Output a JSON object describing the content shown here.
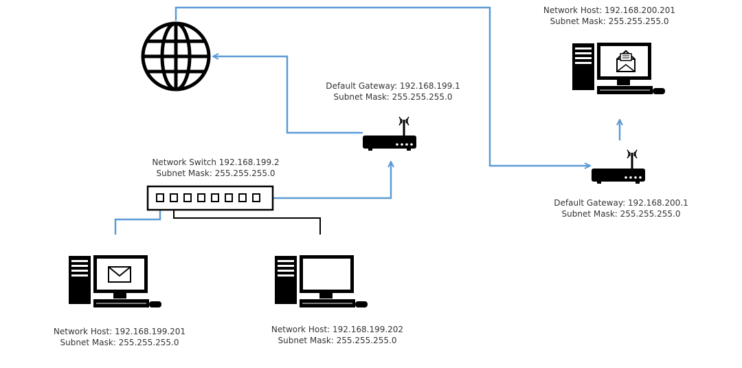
{
  "colors": {
    "link": "#5b9bd5",
    "wire": "#000000",
    "text": "#333333",
    "background": "#ffffff"
  },
  "nodes": {
    "internet": {
      "icon": "globe-icon"
    },
    "router_main": {
      "icon": "router-icon",
      "line1": "Default Gateway: 192.168.199.1",
      "line2": "Subnet Mask: 255.255.255.0"
    },
    "router_remote": {
      "icon": "router-icon",
      "line1": "Default Gateway: 192.168.200.1",
      "line2": "Subnet Mask: 255.255.255.0"
    },
    "switch": {
      "icon": "network-switch-icon",
      "line1": "Network Switch 192.168.199.2",
      "line2": "Subnet Mask: 255.255.255.0"
    },
    "host_201": {
      "icon": "computer-mail-icon",
      "line1": "Network Host: 192.168.199.201",
      "line2": "Subnet Mask: 255.255.255.0"
    },
    "host_202": {
      "icon": "computer-icon",
      "line1": "Network Host: 192.168.199.202",
      "line2": "Subnet Mask: 255.255.255.0"
    },
    "host_remote": {
      "icon": "computer-open-mail-icon",
      "line1": "Network Host: 192.168.200.201",
      "line2": "Subnet Mask: 255.255.255.0"
    }
  }
}
